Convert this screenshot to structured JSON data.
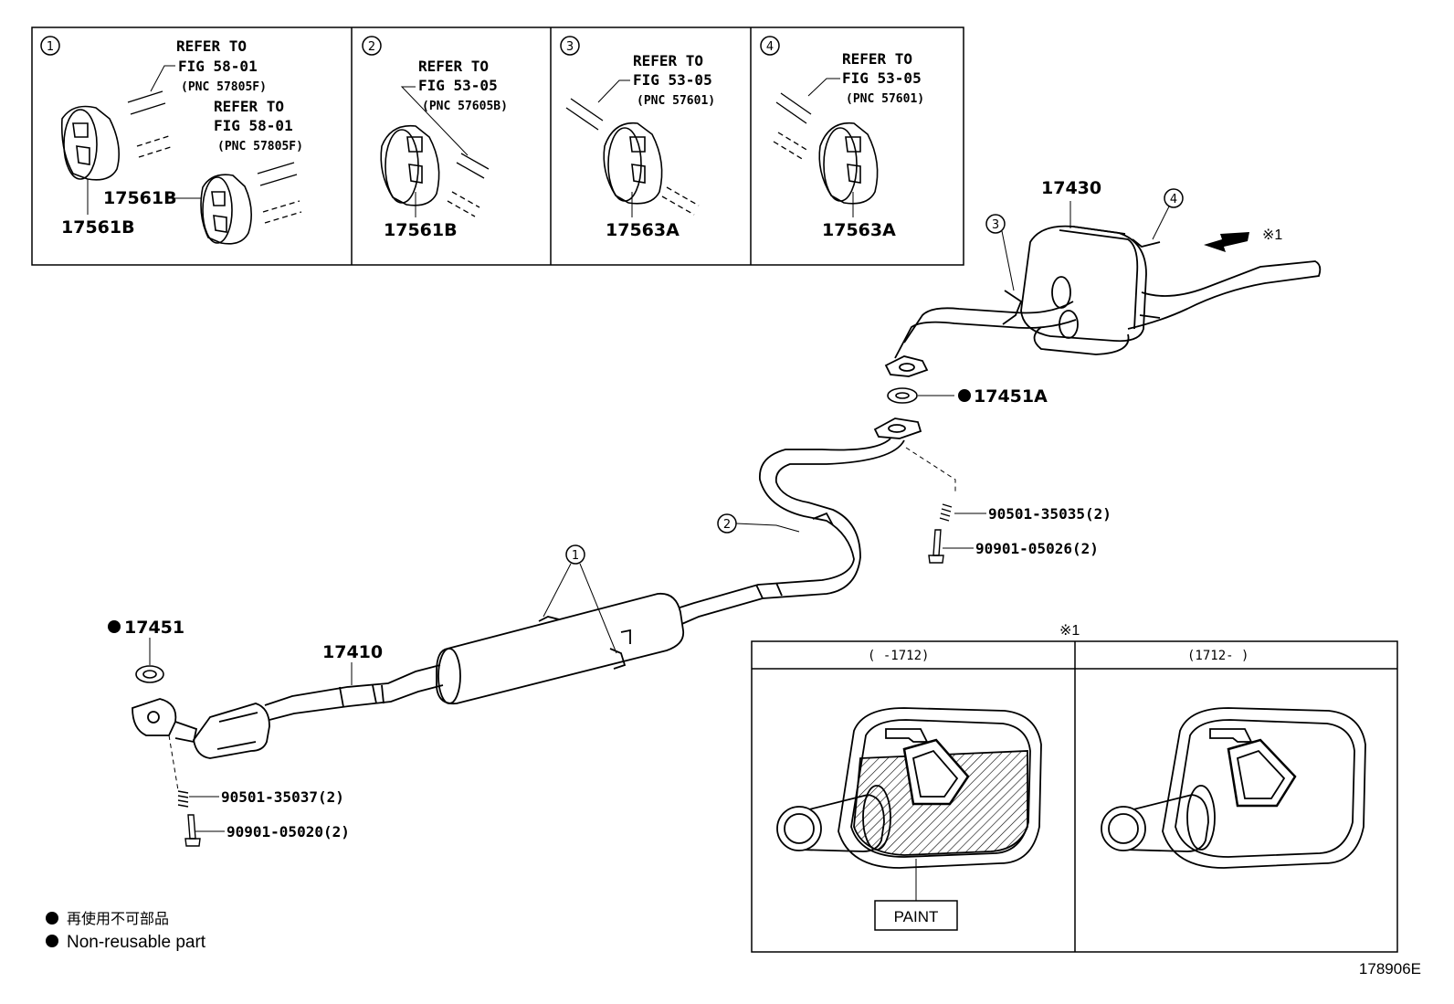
{
  "insets": [
    {
      "number": "1",
      "refs": [
        {
          "line1": "REFER TO",
          "line2": "FIG 58-01",
          "pnc": "(PNC 57805F)"
        },
        {
          "line1": "REFER TO",
          "line2": "FIG 58-01",
          "pnc": "(PNC 57805F)"
        }
      ],
      "parts": [
        "17561B",
        "17561B"
      ]
    },
    {
      "number": "2",
      "refs": [
        {
          "line1": "REFER TO",
          "line2": "FIG 53-05",
          "pnc": "(PNC 57605B)"
        }
      ],
      "parts": [
        "17561B"
      ]
    },
    {
      "number": "3",
      "refs": [
        {
          "line1": "REFER TO",
          "line2": "FIG 53-05",
          "pnc": "(PNC 57601)"
        }
      ],
      "parts": [
        "17563A"
      ]
    },
    {
      "number": "4",
      "refs": [
        {
          "line1": "REFER TO",
          "line2": "FIG 53-05",
          "pnc": "(PNC 57601)"
        }
      ],
      "parts": [
        "17563A"
      ]
    }
  ],
  "main_parts": {
    "tailpipe_muffler": "17430",
    "gasket_rear": "17451A",
    "front_pipe": "17410",
    "gasket_front": "17451",
    "spring_rear": "90501-35035(2)",
    "bolt_rear": "90901-05026(2)",
    "spring_front": "90501-35037(2)",
    "bolt_front": "90901-05020(2)"
  },
  "callouts": [
    "1",
    "2",
    "3",
    "4"
  ],
  "note_mark": "※1",
  "detail": {
    "mark": "※1",
    "col_left": "(      -1712)",
    "col_right": "(1712-      )",
    "paint_label": "PAINT"
  },
  "legend": {
    "jp": "再使用不可部品",
    "en": "Non-reusable part"
  },
  "figure_id": "178906E"
}
